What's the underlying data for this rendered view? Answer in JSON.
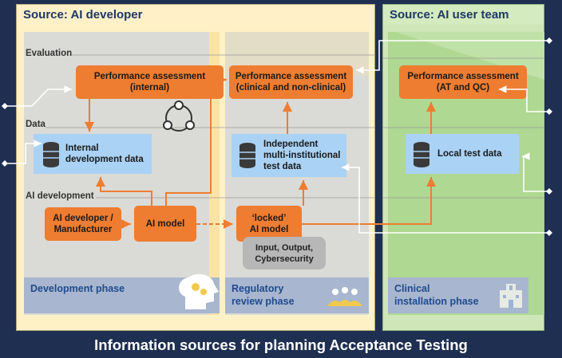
{
  "headers": {
    "developer": "Source: AI developer",
    "user_team": "Source: AI user team"
  },
  "rows": {
    "evaluation": "Evaluation",
    "data": "Data",
    "ai_development": "AI development"
  },
  "boxes": {
    "perf_internal": "Performance assessment\n(internal)",
    "perf_clinical": "Performance assessment\n(clinical and non-clinical)",
    "perf_at_qc": "Performance assessment\n(AT and QC)",
    "internal_data": "Internal\ndevelopment data",
    "multi_inst_data": "Independent\nmulti-institutional\ntest data",
    "local_data": "Local test data",
    "developer_manufacturer": "AI developer /\nManufacturer",
    "ai_model": "AI model",
    "locked_model": "‘locked’\nAI model",
    "input_output": "Input, Output,\nCybersecurity"
  },
  "phases": {
    "development": "Development phase",
    "regulatory": "Regulatory\nreview phase",
    "clinical": "Clinical\ninstallation phase"
  },
  "footer": "Information sources for planning Acceptance Testing",
  "icons": [
    "cycle-icon",
    "database-icon",
    "gear-head-icon",
    "audience-icon",
    "hospital-icon"
  ],
  "colors": {
    "navy": "#1e2f52",
    "orange": "#ee7d31",
    "light_blue": "#a9d2f5",
    "developer_bg": "#fff1c6",
    "user_bg": "#cfe6b8",
    "phase_label": "#1f4b8f"
  }
}
